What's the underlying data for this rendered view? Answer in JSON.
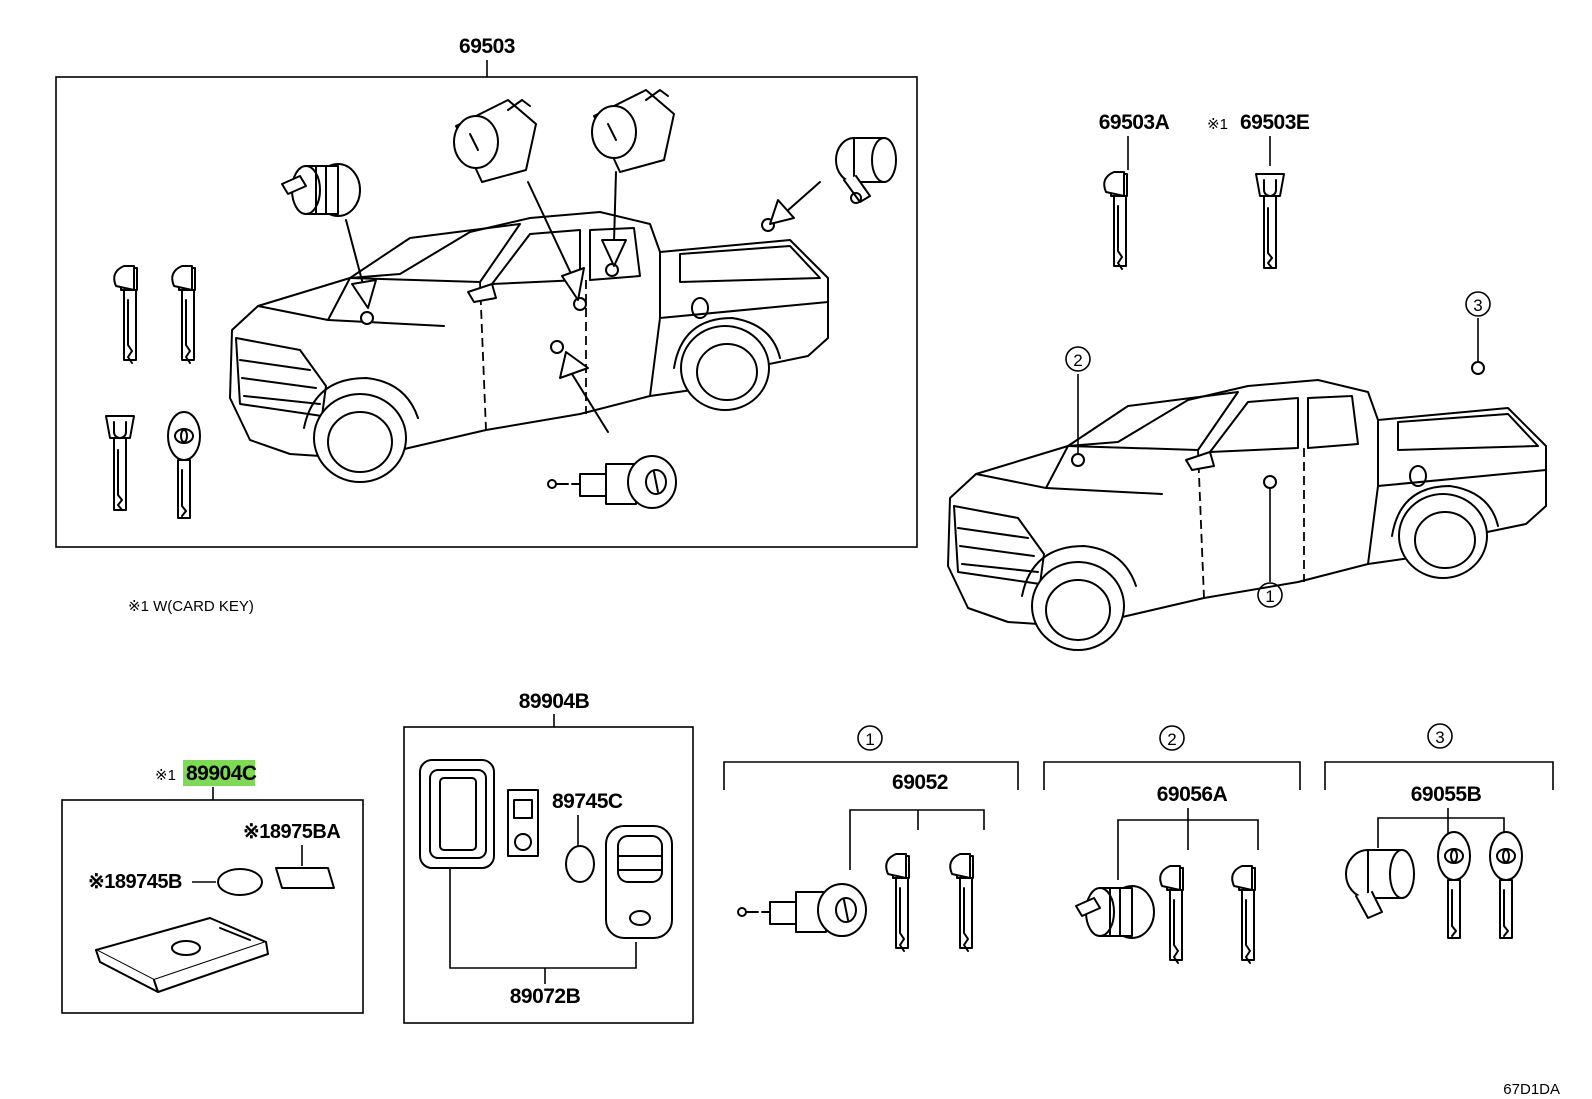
{
  "labels": {
    "p69503": "69503",
    "p69503A": "69503A",
    "p69503E_mark": "※1",
    "p69503E": "69503E",
    "note1": "※1 W(CARD KEY)",
    "p89904C_mark": "※1",
    "p89904C": "89904C",
    "p8975BA": "※18975BA",
    "p89745B": "※189745B",
    "p89904B": "89904B",
    "p89745C": "89745C",
    "p89072B": "89072B",
    "p69052": "69052",
    "p69056A": "69056A",
    "p69055B": "69055B",
    "c1": "1",
    "c2": "2",
    "c3": "3",
    "diagram_id": "67D1DA"
  },
  "colors": {
    "highlight": "#7ed957",
    "ink": "#000000"
  }
}
